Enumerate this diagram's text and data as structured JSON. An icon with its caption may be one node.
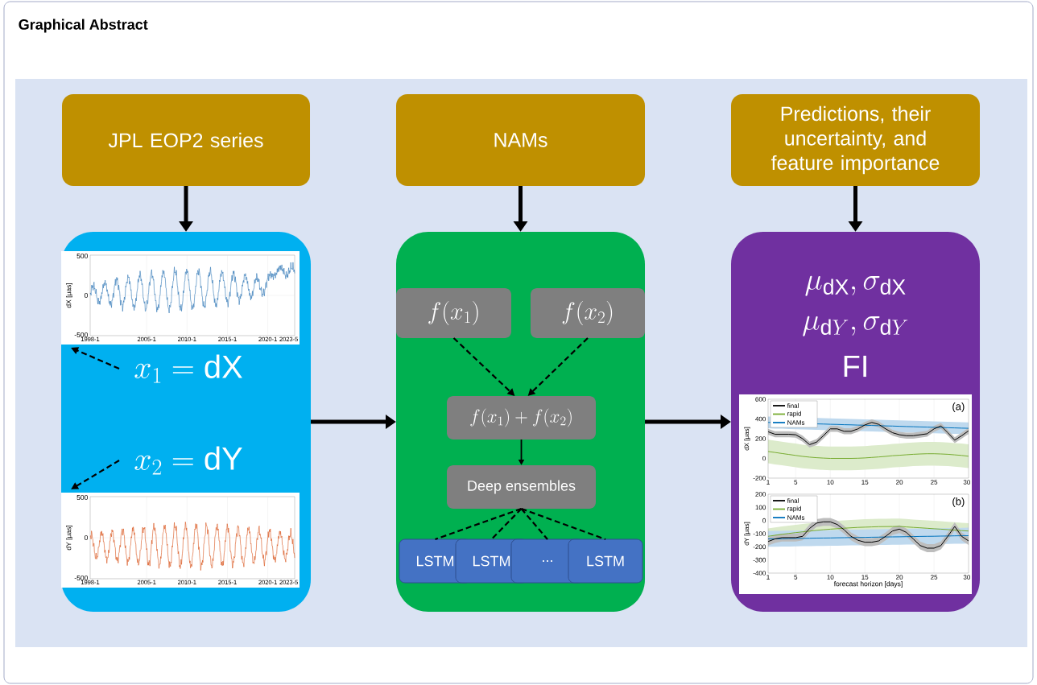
{
  "diagram": {
    "nodes": [
      {
        "text": [
          "JPL EOP2 series"
        ]
      },
      {
        "text": [
          "NAMs"
        ]
      },
      {
        "text": [
          "Predictions, their uncertainty, and feature importance"
        ]
      },
      {
        "text": [],
        "shape": "box"
      },
      {
        "text": [],
        "shape": "chart",
        "in": 3
      },
      {
        "text": [
          "x_1 = \\mathrm{dX}"
        ],
        "in": 3
      },
      {
        "text": [
          "x_2 = \\mathrm{dY}"
        ],
        "in": 3
      },
      {
        "text": [],
        "shape": "chart",
        "in": 3
      },
      {
        "text": [],
        "shape": "box"
      },
      {
        "text": [
          "f(x_1)"
        ],
        "in": 8
      },
      {
        "text": [
          "f(x_2)"
        ],
        "in": 8
      },
      {
        "text": [
          "f(x_1) + f(x_2)"
        ],
        "in": 8
      },
      {
        "text": [
          "Deep ensembles"
        ],
        "in": 8
      },
      {
        "text": [
          "LSTM"
        ],
        "in": 8
      },
      {
        "text": [
          "LSTM"
        ],
        "in": 8
      },
      {
        "text": [
          "..."
        ],
        "in": 8
      },
      {
        "text": [
          "LSTM"
        ],
        "in": 8
      },
      {
        "text": [
          "\\mu_{\\mathrm{dX}}, \\sigma_{\\mathrm{dX}}",
          "\\mu_{\\mathrm{d}Y}, \\sigma_{\\mathrm{d}Y}",
          "\\mathrm{FI}"
        ]
      },
      {
        "text": [],
        "shape": "chart",
        "in": 17
      }
    ],
    "edges": [
      {
        "from": 0,
        "to": 3,
        "arrow": "to",
        "style": "thick"
      },
      {
        "from": 1,
        "to": 8,
        "arrow": "to",
        "style": "thick"
      },
      {
        "from": 2,
        "to": 17,
        "arrow": "to",
        "style": "thick"
      },
      {
        "from": 3,
        "to": 8,
        "arrow": "to",
        "style": "thick"
      },
      {
        "from": 8,
        "to": 17,
        "arrow": "to",
        "style": "thick"
      },
      {
        "from": 5,
        "to": 4,
        "arrow": "to",
        "style": "dashed"
      },
      {
        "from": 6,
        "to": 7,
        "arrow": "to",
        "style": "dashed"
      },
      {
        "from": 9,
        "to": 11,
        "arrow": "to",
        "style": "dashed"
      },
      {
        "from": 10,
        "to": 11,
        "arrow": "to",
        "style": "dashed"
      },
      {
        "from": 11,
        "to": 12,
        "arrow": "to"
      },
      {
        "from": 12,
        "to": 13,
        "arrow": "none",
        "style": "dashed"
      },
      {
        "from": 12,
        "to": 14,
        "arrow": "none",
        "style": "dashed"
      },
      {
        "from": 12,
        "to": 15,
        "arrow": "none",
        "style": "dashed"
      },
      {
        "from": 12,
        "to": 16,
        "arrow": "none",
        "style": "dashed"
      }
    ],
    "labels": [
      "Graphical Abstract",
      "500",
      "0",
      "-500",
      "dX [μas]",
      "1998-1",
      "2005-1",
      "2010-1",
      "2015-1",
      "2020-1",
      "2023-5",
      "500",
      "0",
      "-500",
      "dY [μas]",
      "1998-1",
      "2005-1",
      "2010-1",
      "2015-1",
      "2020-1",
      "2023-5",
      "600",
      "400",
      "200",
      "0",
      "-200",
      "dX [μas]",
      "(a)",
      "1",
      "5",
      "10",
      "15",
      "20",
      "25",
      "30",
      "200",
      "100",
      "0",
      "-100",
      "-200",
      "-300",
      "-400",
      "dY [μas]",
      "(b)",
      "1",
      "5",
      "10",
      "15",
      "20",
      "25",
      "30",
      "forecast horizon [days]"
    ],
    "legend": [
      {
        "text": "final"
      },
      {
        "text": "rapid"
      },
      {
        "text": "NAMs"
      },
      {
        "text": "final"
      },
      {
        "text": "rapid"
      },
      {
        "text": "NAMs"
      }
    ]
  }
}
